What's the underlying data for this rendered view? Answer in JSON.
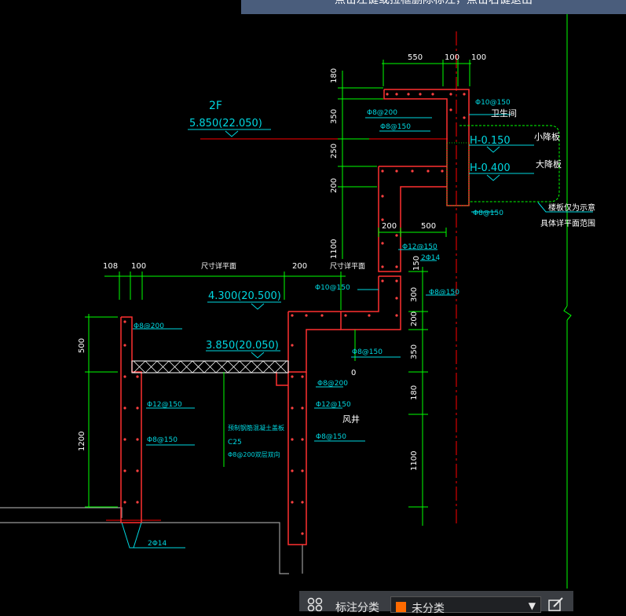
{
  "hint_bar": {
    "text": "点击左键或拉框删除标注，点击右键退出"
  },
  "drawing": {
    "level_2f": "2F",
    "elev_2f": "5.850(22.050)",
    "elev_430": "4.300(20.500)",
    "elev_385": "3.850(20.050)",
    "h_0150": "H-0.150",
    "h_0400": "H-0.400",
    "small_slab": "小降板",
    "big_slab": "大降板",
    "note_line1": "楼板仅为示意",
    "note_line2": "具体详平面范围",
    "bathroom": "卫生间",
    "shaft": "风井",
    "concrete_note1": "预制钢筋混凝土盖板",
    "concrete_note2": "C25",
    "concrete_note3": "Φ8@200双层双向",
    "size_per_plan_a": "尺寸详平面",
    "size_per_plan_b": "尺寸详平面",
    "dim_550": "550",
    "dim_100a": "100",
    "dim_100b": "100",
    "dim_180_top": "180",
    "dim_350_top": "350",
    "dim_250": "250",
    "dim_200_left": "200",
    "dim_1100_top": "1100",
    "dim_200_mid": "200",
    "dim_500_mid": "500",
    "dim_108": "108",
    "dim_100_left": "100",
    "dim_200_span": "200",
    "dim_150": "150",
    "dim_300": "300",
    "dim_200_right": "200",
    "dim_350_right": "350",
    "dim_180_right": "180",
    "dim_1100_right": "1100",
    "dim_500_left": "500",
    "dim_1200_left": "1200",
    "zero": "0",
    "rebar_10_150a": "Φ10@150",
    "rebar_8_200a": "Φ8@200",
    "rebar_8_150a": "Φ8@150",
    "rebar_8_150b": "Φ8@150",
    "rebar_12_150a": "Φ12@150",
    "rebar_2_14a": "2Φ14",
    "rebar_10_150b": "Φ10@150",
    "rebar_8_150c": "Φ8@150",
    "rebar_8_200b": "Φ8@200",
    "rebar_8_150d": "Φ8@150",
    "rebar_8_200c": "Φ8@200",
    "rebar_12_150b": "Φ12@150",
    "rebar_8_150e": "Φ8@150",
    "rebar_12_150c": "Φ12@150",
    "rebar_8_150f": "Φ8@150",
    "rebar_2_14b": "2Φ14"
  },
  "toolbar": {
    "label": "标注分类",
    "selected": "未分类",
    "swatch_color": "#ff6a00",
    "icons": [
      "filter-icon",
      "chevron-down-icon",
      "edit-icon"
    ]
  }
}
